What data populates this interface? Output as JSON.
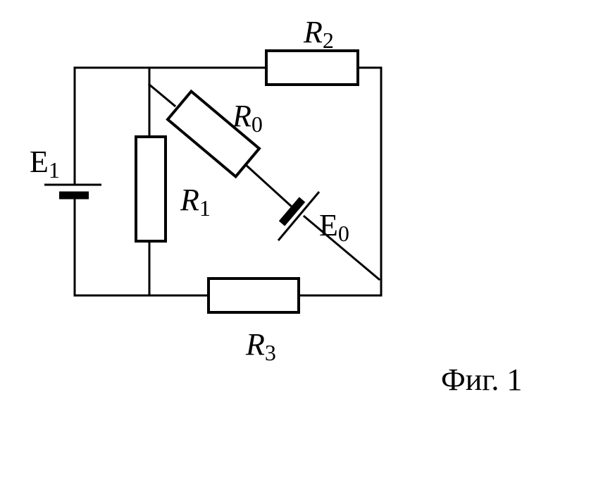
{
  "components": {
    "E1": {
      "symbol": "E",
      "index": "1"
    },
    "E0": {
      "symbol": "E",
      "index": "0"
    },
    "R0": {
      "symbol": "R",
      "index": "0"
    },
    "R1": {
      "symbol": "R",
      "index": "1"
    },
    "R2": {
      "symbol": "R",
      "index": "2"
    },
    "R3": {
      "symbol": "R",
      "index": "3"
    }
  },
  "caption": "Фиг. 1"
}
